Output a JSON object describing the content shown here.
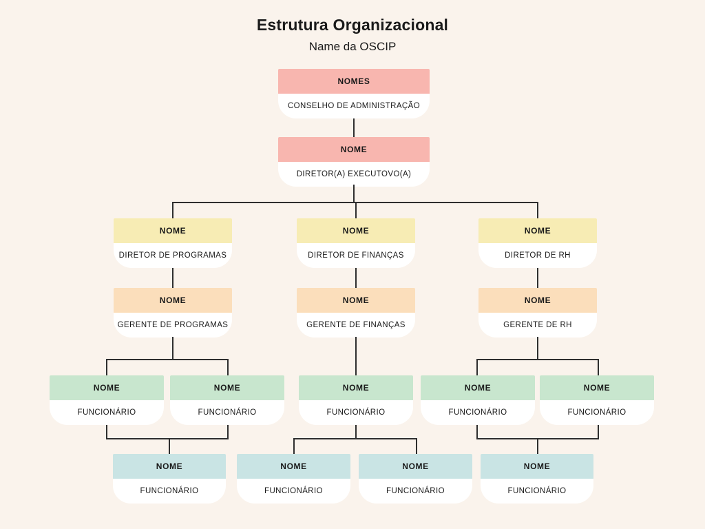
{
  "header": {
    "title": "Estrutura Organizacional",
    "subtitle": "Name da OSCIP"
  },
  "colors": {
    "background": "#FAF3EC",
    "pink": "#F8B6AF",
    "yellow": "#F7ECB4",
    "orange": "#FBDEBB",
    "green": "#C8E6CE",
    "teal": "#C9E4E4",
    "card-body": "#FFFFFF",
    "line": "#2E2E2E",
    "text": "#1A1A1A"
  },
  "nodes": [
    {
      "name_label": "NOMES",
      "role": "CONSELHO DE ADMINISTRAÇÃO",
      "level": "pink"
    },
    {
      "name_label": "NOME",
      "role": "DIRETOR(A) EXECUTOVO(A)",
      "level": "pink"
    },
    {
      "name_label": "NOME",
      "role": "DIRETOR DE PROGRAMAS",
      "level": "yellow"
    },
    {
      "name_label": "NOME",
      "role": "DIRETOR DE FINANÇAS",
      "level": "yellow"
    },
    {
      "name_label": "NOME",
      "role": "DIRETOR DE RH",
      "level": "yellow"
    },
    {
      "name_label": "NOME",
      "role": "GERENTE DE PROGRAMAS",
      "level": "orange"
    },
    {
      "name_label": "NOME",
      "role": "GERENTE DE FINANÇAS",
      "level": "orange"
    },
    {
      "name_label": "NOME",
      "role": "GERENTE DE RH",
      "level": "orange"
    },
    {
      "name_label": "NOME",
      "role": "FUNCIONÁRIO",
      "level": "green"
    },
    {
      "name_label": "NOME",
      "role": "FUNCIONÁRIO",
      "level": "green"
    },
    {
      "name_label": "NOME",
      "role": "FUNCIONÁRIO",
      "level": "green"
    },
    {
      "name_label": "NOME",
      "role": "FUNCIONÁRIO",
      "level": "green"
    },
    {
      "name_label": "NOME",
      "role": "FUNCIONÁRIO",
      "level": "green"
    },
    {
      "name_label": "NOME",
      "role": "FUNCIONÁRIO",
      "level": "teal"
    },
    {
      "name_label": "NOME",
      "role": "FUNCIONÁRIO",
      "level": "teal"
    },
    {
      "name_label": "NOME",
      "role": "FUNCIONÁRIO",
      "level": "teal"
    },
    {
      "name_label": "NOME",
      "role": "FUNCIONÁRIO",
      "level": "teal"
    }
  ]
}
